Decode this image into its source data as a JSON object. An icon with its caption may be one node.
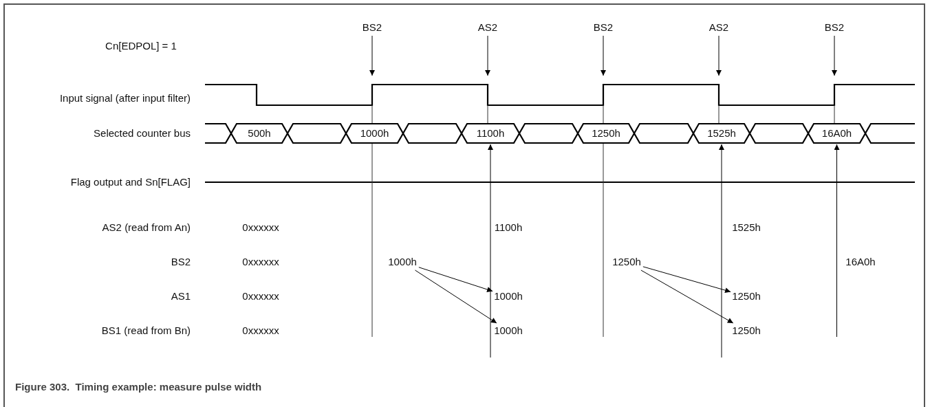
{
  "diagram": {
    "caption": "Figure 303.  Timing example: measure pulse width",
    "nodes": [
      {
        "text": [
          "BS2"
        ]
      },
      {
        "text": [
          "AS2"
        ]
      },
      {
        "text": [
          "BS2"
        ]
      },
      {
        "text": [
          "AS2"
        ]
      },
      {
        "text": [
          "BS2"
        ]
      },
      {
        "text": [
          "500h"
        ]
      },
      {
        "text": [],
        "shape": "hexagon"
      },
      {
        "text": [
          "1000h"
        ]
      },
      {
        "text": [],
        "shape": "hexagon"
      },
      {
        "text": [
          "1100h"
        ]
      },
      {
        "text": [],
        "shape": "hexagon"
      },
      {
        "text": [
          "1250h"
        ]
      },
      {
        "text": [],
        "shape": "hexagon"
      },
      {
        "text": [
          "1525h"
        ]
      },
      {
        "text": [],
        "shape": "hexagon"
      },
      {
        "text": [
          "16A0h"
        ]
      },
      {
        "text": [
          "1000h"
        ]
      },
      {
        "text": [
          "1000h"
        ]
      },
      {
        "text": [
          "1000h"
        ]
      },
      {
        "text": [
          "1250h"
        ]
      },
      {
        "text": [
          "1250h"
        ]
      },
      {
        "text": [
          "1250h"
        ]
      }
    ],
    "edges": [
      {
        "from": 0,
        "to": null,
        "arrow": "to"
      },
      {
        "from": 1,
        "to": null,
        "arrow": "to"
      },
      {
        "from": 2,
        "to": null,
        "arrow": "to"
      },
      {
        "from": 3,
        "to": null,
        "arrow": "to"
      },
      {
        "from": 4,
        "to": null,
        "arrow": "to"
      },
      {
        "from": null,
        "to": 9,
        "arrow": "to"
      },
      {
        "from": null,
        "to": 13,
        "arrow": "to"
      },
      {
        "from": null,
        "to": 15,
        "arrow": "to"
      },
      {
        "from": 16,
        "to": 17,
        "arrow": "to"
      },
      {
        "from": 16,
        "to": 18,
        "arrow": "to"
      },
      {
        "from": 19,
        "to": 20,
        "arrow": "to"
      },
      {
        "from": 19,
        "to": 21,
        "arrow": "to"
      }
    ],
    "labels": [
      "Cn[EDPOL] = 1",
      "Input signal (after input filter)",
      "Selected counter bus",
      "Flag output and Sn[FLAG]",
      "AS2 (read from An)",
      "0xxxxxx",
      "1100h",
      "1525h",
      "BS2",
      "0xxxxxx",
      "16A0h",
      "AS1",
      "0xxxxxx",
      "BS1 (read from Bn)",
      "0xxxxxx"
    ]
  }
}
